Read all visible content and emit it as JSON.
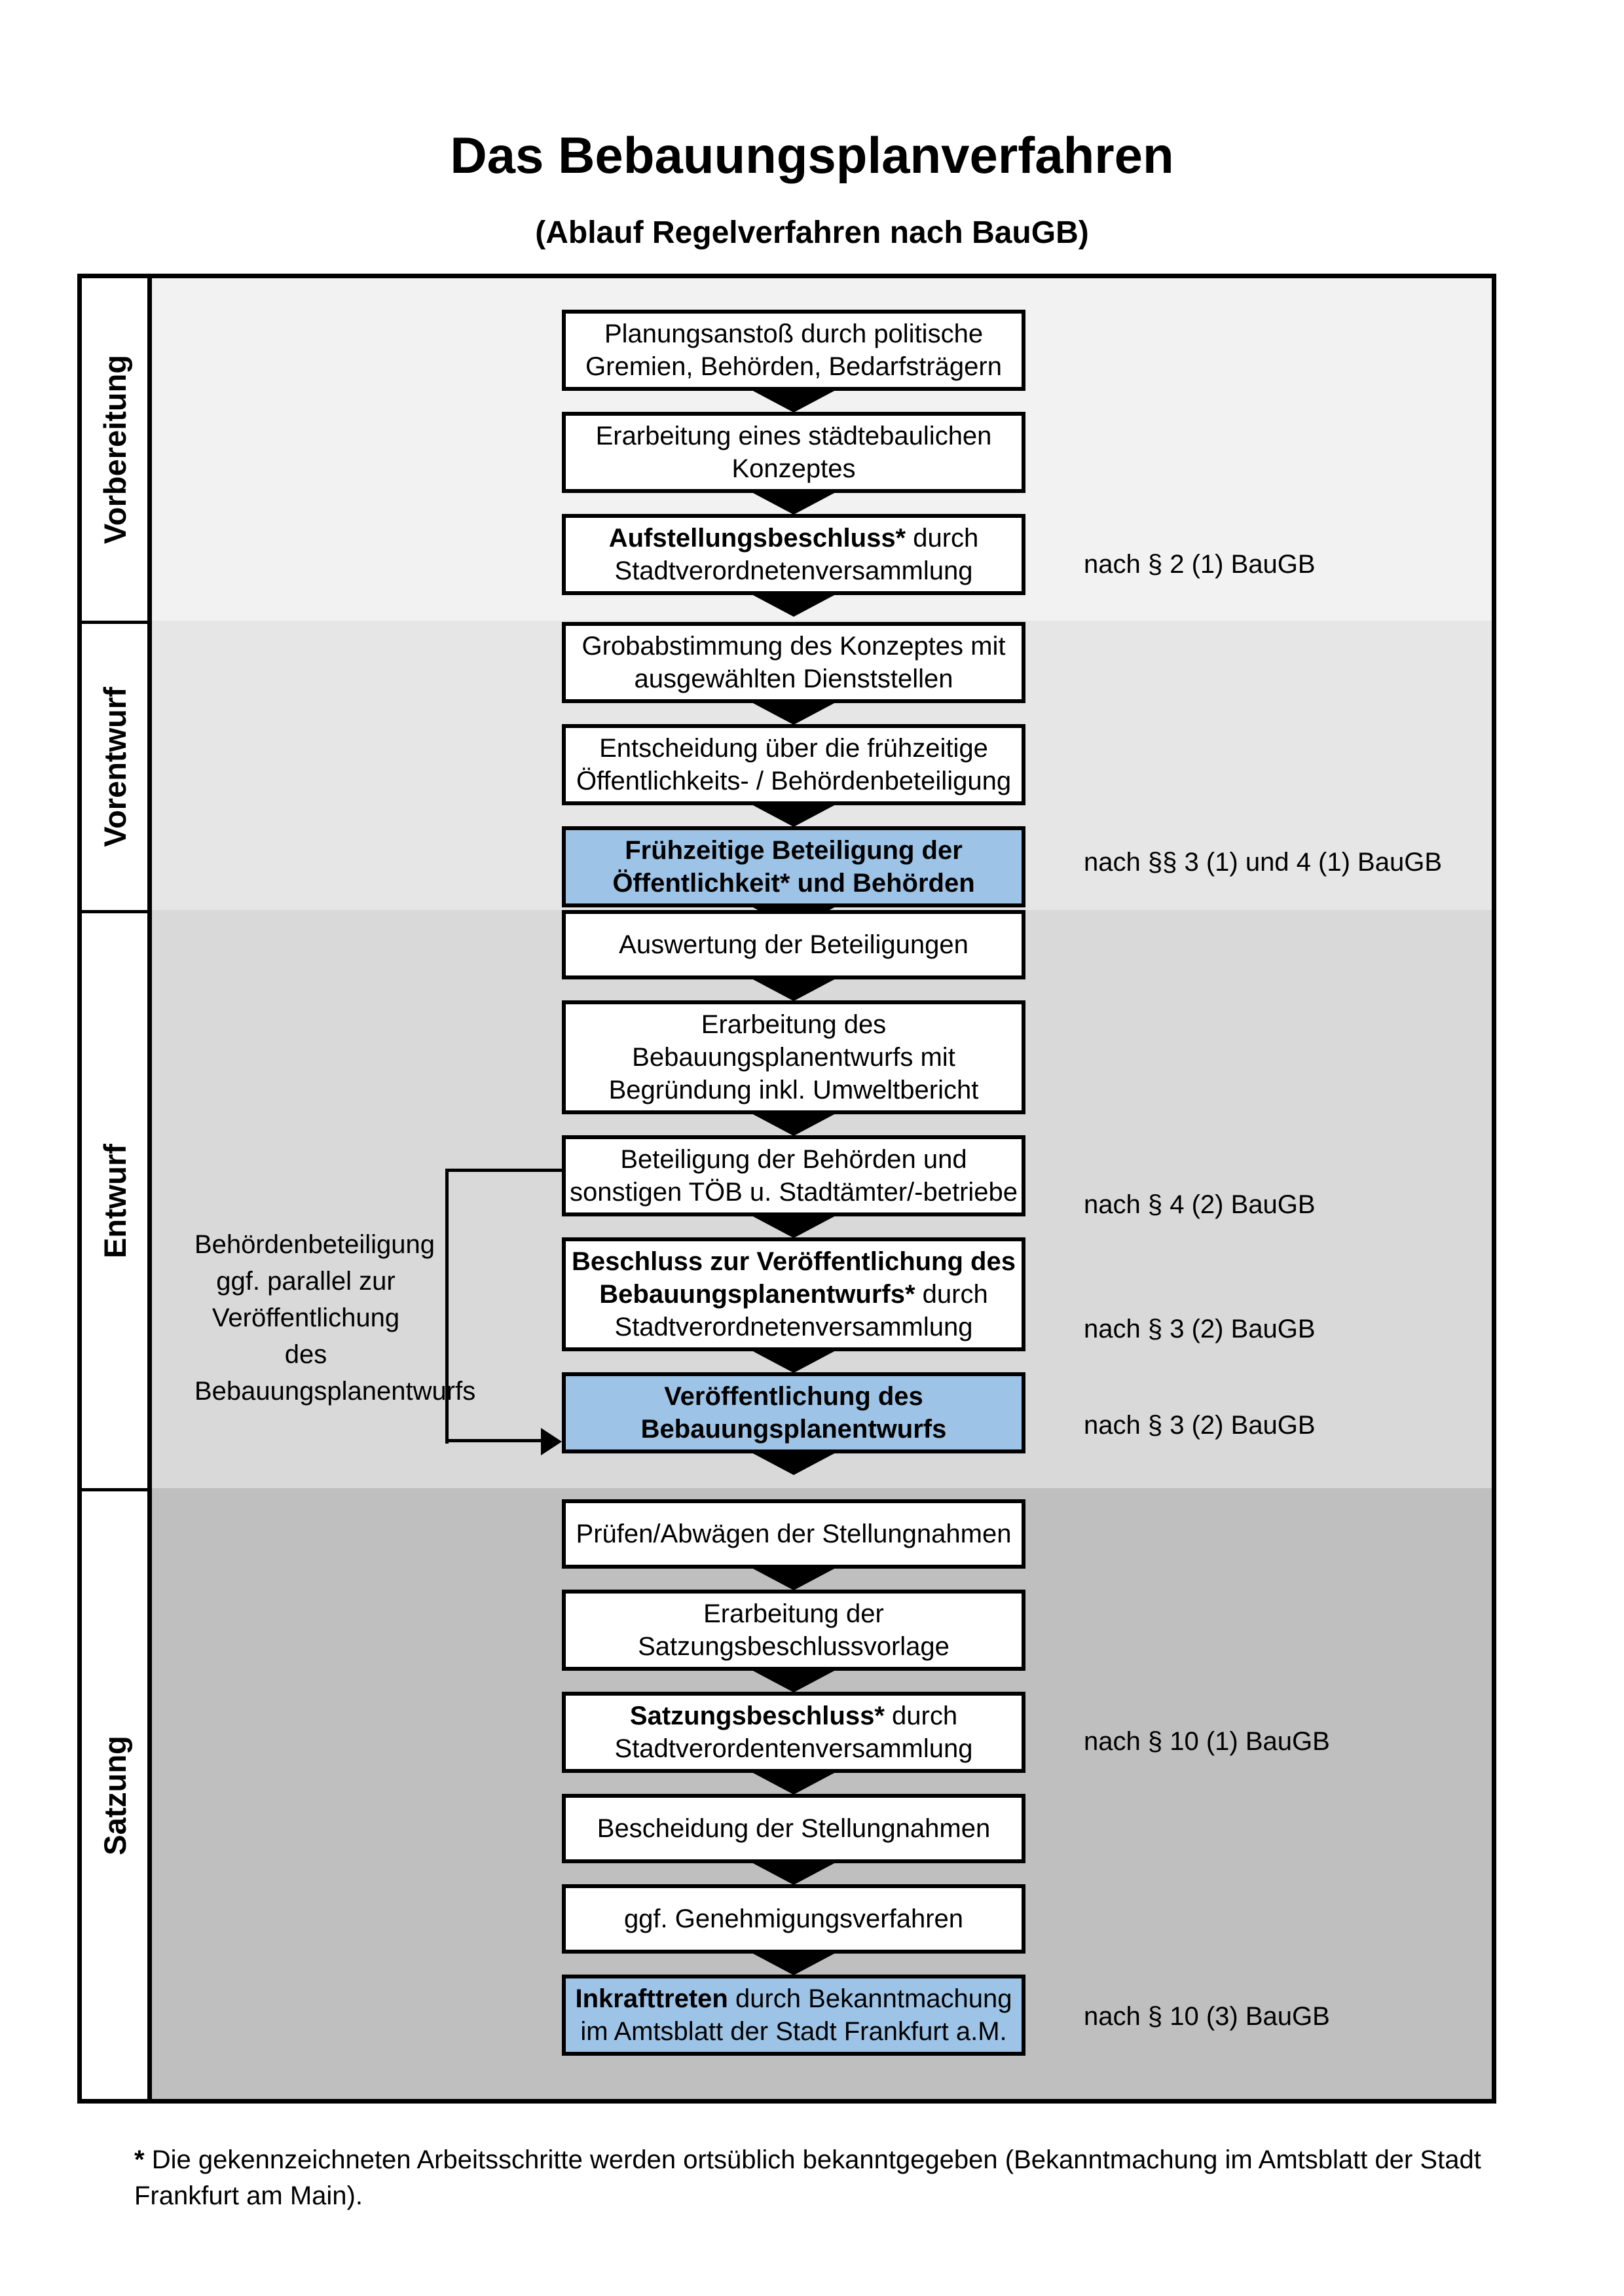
{
  "title": "Das Bebauungsplanverfahren",
  "subtitle": "(Ablauf Regelverfahren nach BauGB)",
  "colors": {
    "highlight_blue": "#9dc3e6",
    "box_border": "#000000",
    "phase_bgs": [
      "#f2f2f2",
      "#e6e6e6",
      "#d9d9d9",
      "#bfbfbf"
    ]
  },
  "phases": [
    {
      "label": "Vorbereitung",
      "steps": [
        {
          "highlight": false,
          "lines": [
            [
              {
                "t": "Planungsanstoß durch politische"
              }
            ],
            [
              {
                "t": "Gremien, Behörden, Bedarfsträgern"
              }
            ]
          ]
        },
        {
          "highlight": false,
          "lines": [
            [
              {
                "t": "Erarbeitung eines städtebaulichen"
              }
            ],
            [
              {
                "t": "Konzeptes"
              }
            ]
          ]
        },
        {
          "highlight": false,
          "lines": [
            [
              {
                "t": "Aufstellungsbeschluss*",
                "b": true
              },
              {
                "t": " durch"
              }
            ],
            [
              {
                "t": "Stadtverordnetenversammlung"
              }
            ]
          ]
        }
      ]
    },
    {
      "label": "Vorentwurf",
      "steps": [
        {
          "highlight": false,
          "lines": [
            [
              {
                "t": "Grobabstimmung des Konzeptes mit"
              }
            ],
            [
              {
                "t": "ausgewählten Dienststellen"
              }
            ]
          ]
        },
        {
          "highlight": false,
          "lines": [
            [
              {
                "t": "Entscheidung über die frühzeitige"
              }
            ],
            [
              {
                "t": "Öffentlichkeits- / Behördenbeteiligung"
              }
            ]
          ]
        },
        {
          "highlight": true,
          "lines": [
            [
              {
                "t": "Frühzeitige Beteiligung der",
                "b": true
              }
            ],
            [
              {
                "t": "Öffentlichkeit* und Behörden",
                "b": true
              }
            ]
          ]
        }
      ]
    },
    {
      "label": "Entwurf",
      "steps": [
        {
          "highlight": false,
          "lines": [
            [
              {
                "t": "Auswertung der Beteiligungen"
              }
            ]
          ]
        },
        {
          "highlight": false,
          "lines": [
            [
              {
                "t": "Erarbeitung des"
              }
            ],
            [
              {
                "t": "Bebauungsplanentwurfs mit"
              }
            ],
            [
              {
                "t": "Begründung inkl. Umweltbericht"
              }
            ]
          ]
        },
        {
          "highlight": false,
          "lines": [
            [
              {
                "t": "Beteiligung der Behörden und"
              }
            ],
            [
              {
                "t": "sonstigen TÖB u. Stadtämter/-betriebe"
              }
            ]
          ]
        },
        {
          "highlight": false,
          "lines": [
            [
              {
                "t": "Beschluss zur Veröffentlichung des",
                "b": true
              }
            ],
            [
              {
                "t": "Bebauungsplanentwurfs*",
                "b": true
              },
              {
                "t": " durch"
              }
            ],
            [
              {
                "t": "Stadtverordnetenversammlung"
              }
            ]
          ]
        },
        {
          "highlight": true,
          "lines": [
            [
              {
                "t": "Veröffentlichung des",
                "b": true
              }
            ],
            [
              {
                "t": "Bebauungsplanentwurfs",
                "b": true
              }
            ]
          ]
        }
      ]
    },
    {
      "label": "Satzung",
      "steps": [
        {
          "highlight": false,
          "lines": [
            [
              {
                "t": "Prüfen/Abwägen der Stellungnahmen"
              }
            ]
          ]
        },
        {
          "highlight": false,
          "lines": [
            [
              {
                "t": "Erarbeitung der"
              }
            ],
            [
              {
                "t": "Satzungsbeschlussvorlage"
              }
            ]
          ]
        },
        {
          "highlight": false,
          "lines": [
            [
              {
                "t": "Satzungsbeschluss*",
                "b": true
              },
              {
                "t": " durch"
              }
            ],
            [
              {
                "t": "Stadtverordentenversammlung"
              }
            ]
          ]
        },
        {
          "highlight": false,
          "lines": [
            [
              {
                "t": "Bescheidung der Stellungnahmen"
              }
            ]
          ]
        },
        {
          "highlight": false,
          "lines": [
            [
              {
                "t": "ggf. Genehmigungsverfahren"
              }
            ]
          ]
        },
        {
          "highlight": true,
          "lines": [
            [
              {
                "t": "Inkrafttreten",
                "b": true
              },
              {
                "t": " durch Bekanntmachung"
              }
            ],
            [
              {
                "t": "im Amtsblatt der Stadt Frankfurt a.M."
              }
            ]
          ]
        }
      ]
    }
  ],
  "legal_refs": [
    "nach § 2 (1) BauGB",
    "nach §§ 3 (1) und 4 (1) BauGB",
    "nach § 4 (2) BauGB",
    "nach § 3 (2) BauGB",
    "nach § 3 (2) BauGB",
    "nach § 10 (1) BauGB",
    "nach § 10 (3) BauGB"
  ],
  "side_note": {
    "lines": [
      "Behördenbeteiligung",
      "ggf. parallel zur",
      "Veröffentlichung des",
      "Bebauungsplanentwurfs"
    ]
  },
  "footnote": {
    "marker": "*",
    "text": "Die gekennzeichneten Arbeitsschritte werden ortsüblich bekanntgegeben (Bekanntmachung im Amtsblatt  der Stadt Frankfurt am Main)."
  }
}
